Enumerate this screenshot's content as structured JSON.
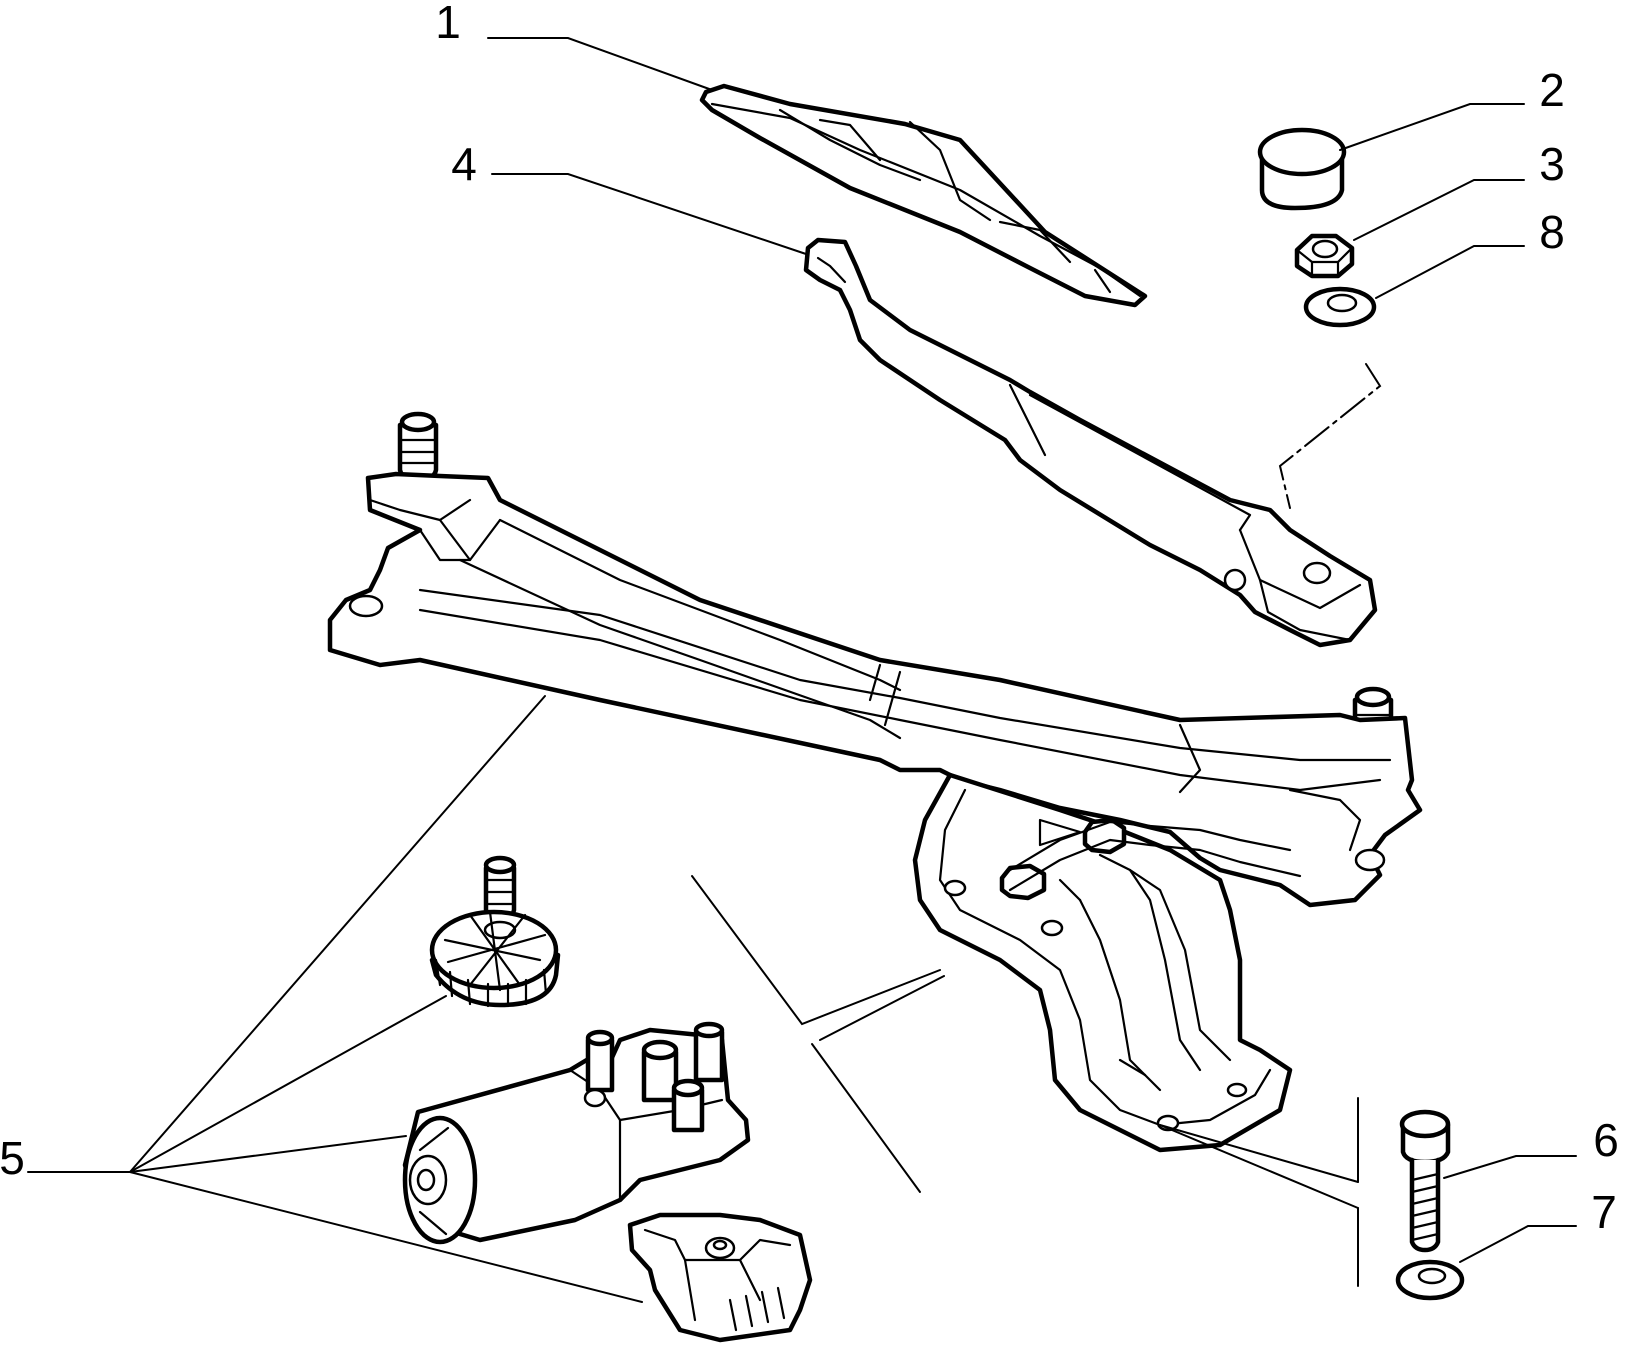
{
  "callouts": [
    {
      "id": "1",
      "label": "1"
    },
    {
      "id": "2",
      "label": "2"
    },
    {
      "id": "3",
      "label": "3"
    },
    {
      "id": "4",
      "label": "4"
    },
    {
      "id": "5",
      "label": "5"
    },
    {
      "id": "6",
      "label": "6"
    },
    {
      "id": "7",
      "label": "7"
    },
    {
      "id": "8",
      "label": "8"
    }
  ],
  "colors": {
    "ink": "#000000",
    "paper": "#ffffff"
  },
  "parts": [
    "wiper-blade",
    "cap",
    "nut",
    "washer",
    "wiper-arm",
    "wiper-linkage",
    "wiper-motor",
    "bolt",
    "flat-washer"
  ]
}
